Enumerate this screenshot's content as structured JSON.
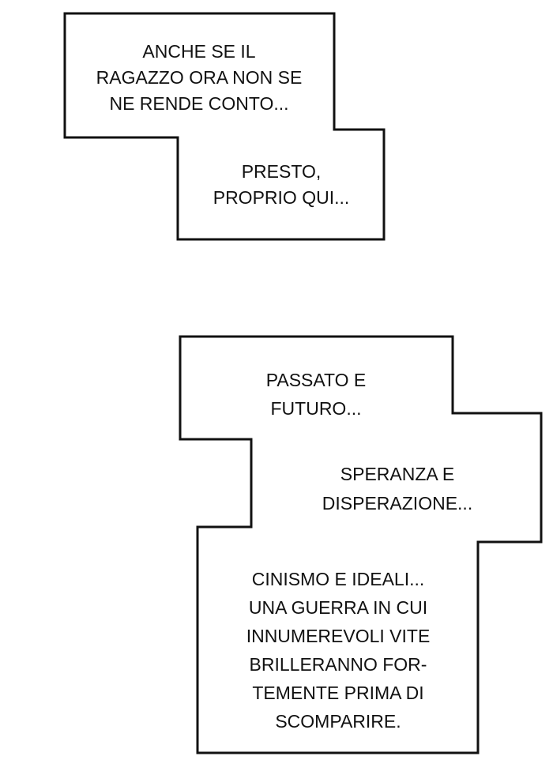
{
  "captions": [
    {
      "blocks": [
        {
          "lines": [
            "ANCHE SE IL",
            "RAGAZZO ORA NON SE",
            "NE RENDE CONTO..."
          ]
        },
        {
          "lines": [
            "PRESTO,",
            "PROPRIO QUI..."
          ]
        }
      ]
    },
    {
      "blocks": [
        {
          "lines": [
            "PASSATO E",
            "FUTURO..."
          ]
        },
        {
          "lines": [
            "SPERANZA E",
            "DISPERAZIONE..."
          ]
        },
        {
          "lines": [
            "CINISMO E IDEALI...",
            "UNA GUERRA IN CUI",
            "INNUMEREVOLI VITE",
            "BRILLERANNO FOR-",
            "TEMENTE PRIMA DI",
            "SCOMPARIRE."
          ]
        }
      ]
    }
  ]
}
